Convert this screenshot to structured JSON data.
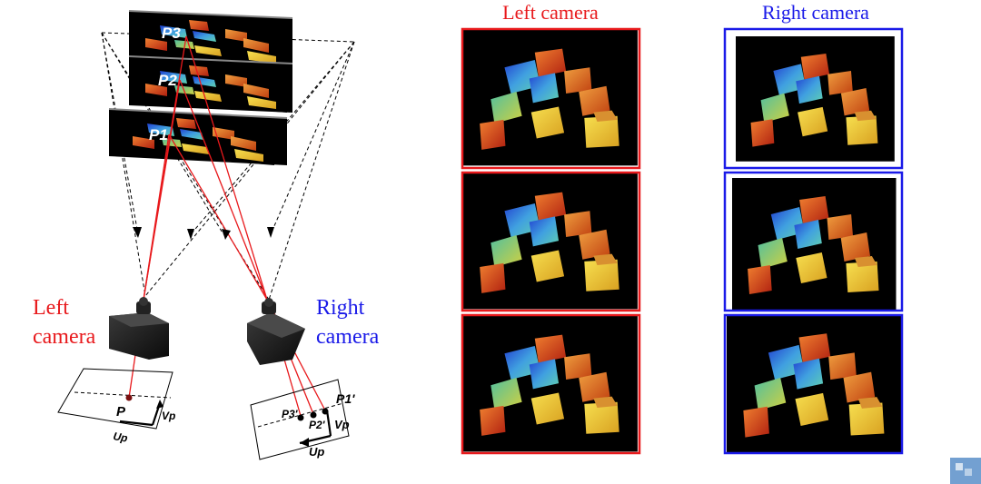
{
  "labels": {
    "left_camera": "Left camera",
    "right_camera": "Right camera",
    "left_cam_line1": "Left",
    "left_cam_line2": "camera",
    "right_cam_line1": "Right",
    "right_cam_line2": "camera"
  },
  "planes": [
    "P3",
    "P2",
    "P1"
  ],
  "left_sensor": {
    "point": "P",
    "u_axis": "Up",
    "v_axis": "Vp"
  },
  "right_sensor": {
    "points": [
      "P1'",
      "P2'",
      "P3'"
    ],
    "u_axis": "Up",
    "v_axis": "Vp"
  },
  "colors": {
    "left": "#e8191c",
    "right": "#1a1ae8",
    "ray": "#e8191c",
    "frame_bg": "#000000",
    "logo": "#5b8fc9"
  },
  "icons": [
    "camera-icon",
    "watermark-logo"
  ]
}
